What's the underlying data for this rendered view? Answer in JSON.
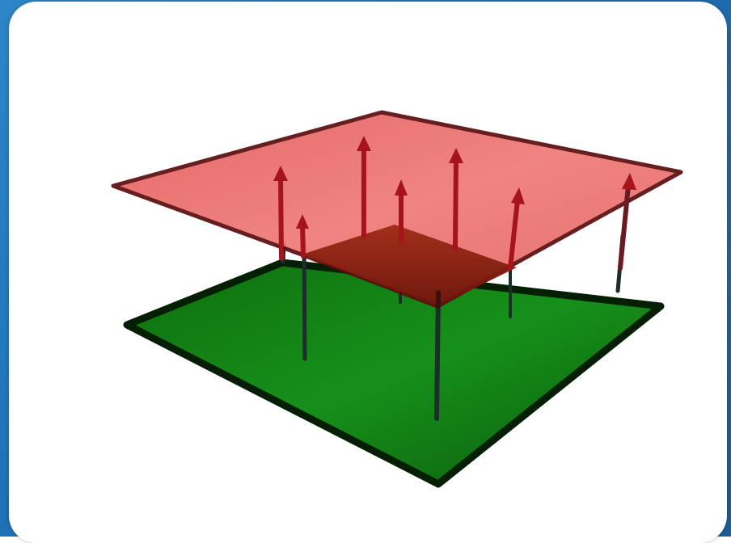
{
  "diagram": {
    "colors": {
      "background_outer": "#2174b9",
      "card": "#ffffff",
      "lower_plane": "#158a14",
      "lower_plane_edge": "#062806",
      "upper_plane": "#e46a6a",
      "upper_plane_edge": "#6e0f0f",
      "overlap_region": "#8c1f10",
      "arrow_red": "#a5141c",
      "arrow_dark": "#1e2b2e"
    },
    "elements": [
      "upper-plane",
      "lower-plane",
      "overlap-region",
      "field-arrows"
    ],
    "arrow_count": 8
  }
}
